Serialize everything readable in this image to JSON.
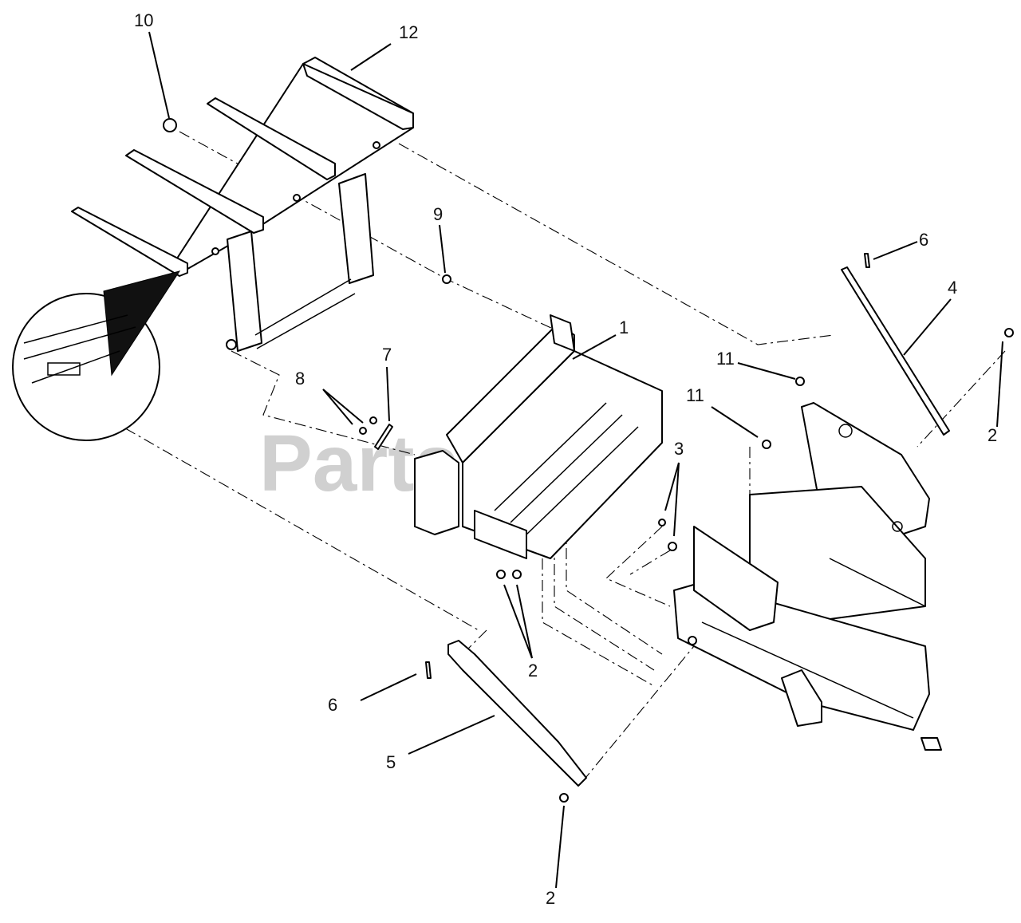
{
  "watermark": {
    "text": "PartsTree",
    "color": "#c8c8c8"
  },
  "callouts": {
    "c1": "1",
    "c2a": "2",
    "c2b": "2",
    "c2c": "2",
    "c3": "3",
    "c4": "4",
    "c5": "5",
    "c6a": "6",
    "c6b": "6",
    "c7": "7",
    "c8": "8",
    "c9": "9",
    "c10": "10",
    "c11a": "11",
    "c11b": "11",
    "c12": "12"
  },
  "colors": {
    "line": "#000000",
    "background": "#ffffff"
  }
}
